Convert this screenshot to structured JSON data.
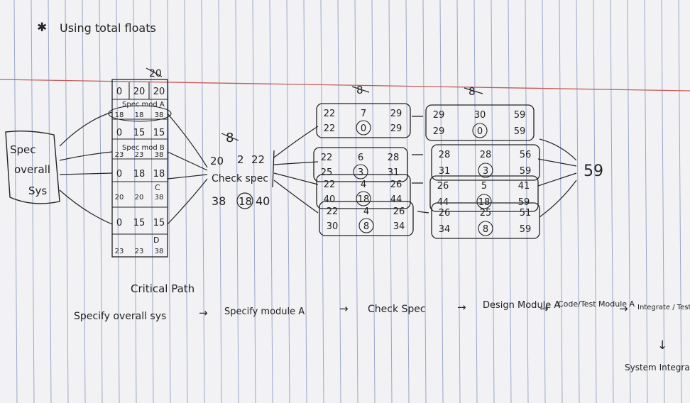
{
  "heading": "Using total floats",
  "left_box": [
    "Spec",
    "overall",
    "Sys"
  ],
  "column_a": {
    "top_mark": "20",
    "rows": [
      [
        "0",
        "20",
        "20"
      ],
      [
        "18",
        "18",
        "38"
      ],
      [
        "0",
        "15",
        "15"
      ],
      [
        "23",
        "23",
        "38"
      ],
      [
        "0",
        "18",
        "18"
      ],
      [
        "20",
        "20",
        "38"
      ],
      [
        "0",
        "15",
        "15"
      ],
      [
        "23",
        "23",
        "38"
      ]
    ],
    "labels": [
      "Spec mod A",
      "Spec mod B",
      "C",
      "D"
    ]
  },
  "check_spec": {
    "top_mark": "8",
    "row1": [
      "20",
      "2",
      "22"
    ],
    "label": "Check spec",
    "row2": [
      "38",
      "18",
      "40"
    ]
  },
  "column_b": {
    "top_mark": "8",
    "boxes": [
      [
        "22",
        "7",
        "29",
        "22",
        "0",
        "29"
      ],
      [
        "22",
        "6",
        "28",
        "25",
        "3",
        "31"
      ],
      [
        "22",
        "4",
        "26",
        "40",
        "18",
        "44"
      ],
      [
        "22",
        "4",
        "26",
        "30",
        "8",
        "34"
      ]
    ]
  },
  "column_c": {
    "top_mark": "8",
    "boxes": [
      [
        "29",
        "30",
        "59",
        "29",
        "0",
        "59"
      ],
      [
        "28",
        "28",
        "56",
        "31",
        "3",
        "59"
      ],
      [
        "26",
        "5",
        "41",
        "44",
        "18",
        "59"
      ],
      [
        "26",
        "25",
        "51",
        "34",
        "8",
        "59"
      ]
    ]
  },
  "final_value": "59",
  "critical_path": {
    "title": "Critical Path",
    "steps": [
      "Specify overall sys",
      "Specify module A",
      "Check Spec",
      "Design Module A",
      "Code/Test Module A",
      "Integrate / Test sys"
    ],
    "last": "System Integration"
  }
}
